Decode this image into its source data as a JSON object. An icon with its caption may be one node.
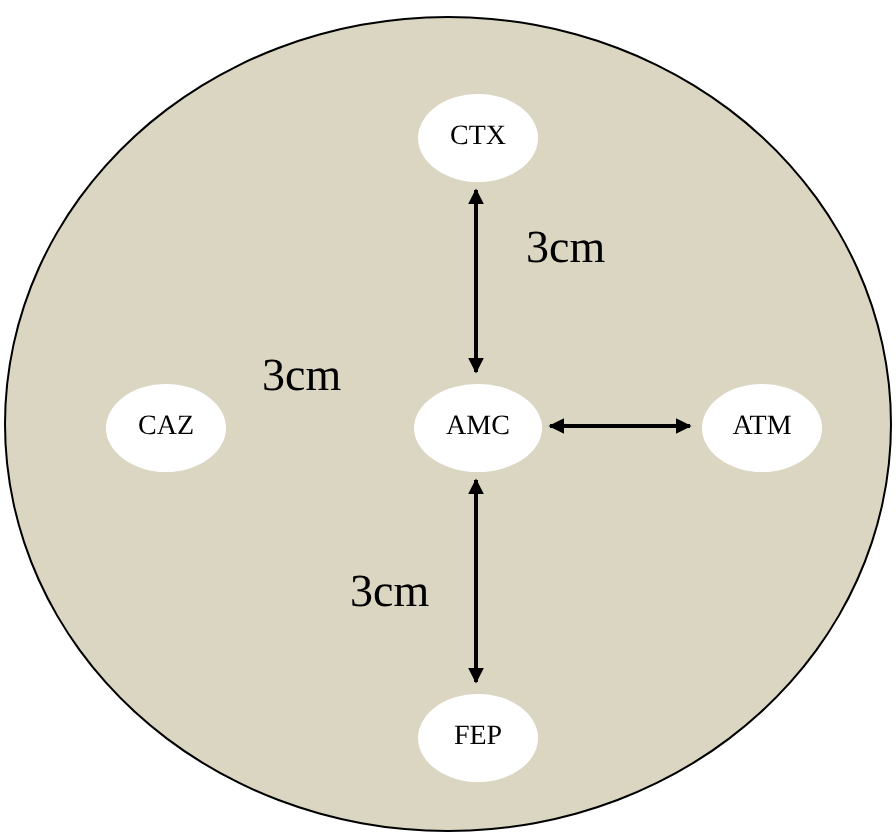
{
  "diagram": {
    "nodes": [
      {
        "text": [],
        "shape": "circle"
      },
      {
        "text": [
          "CTX"
        ],
        "in": 0
      },
      {
        "text": [
          "CAZ"
        ],
        "in": 0
      },
      {
        "text": [
          "AMC"
        ],
        "in": 0
      },
      {
        "text": [
          "ATM"
        ],
        "in": 0
      },
      {
        "text": [
          "FEP"
        ],
        "in": 0
      }
    ],
    "edges": [
      {
        "from": 1,
        "to": 3,
        "arrow": "both"
      },
      {
        "from": 3,
        "to": 4,
        "arrow": "both"
      },
      {
        "from": 3,
        "to": 5,
        "arrow": "both"
      }
    ],
    "labels": [
      "3cm",
      "3cm",
      "3cm"
    ]
  }
}
